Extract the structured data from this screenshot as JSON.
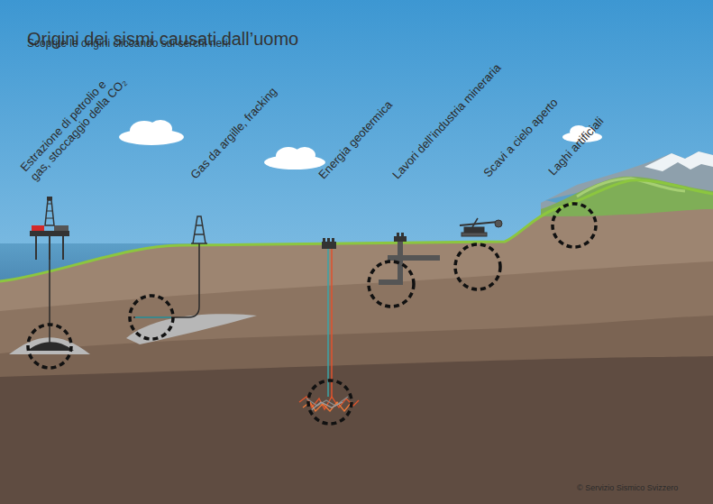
{
  "diagram": {
    "title": "Origini dei sismi causati dall’uomo",
    "labels": [
      "Scoprite le origini cliccando sui cerchi neri.",
      "Estrazione di petrolio e gas, stoccaggio della CO₂",
      "Gas da argille, fracking",
      "Energia geotermica",
      "Lavori dell’industria mineraria",
      "Scavi a cielo aperto",
      "Laghi artificiali",
      "© Servizio Sismico Svizzero"
    ]
  }
}
